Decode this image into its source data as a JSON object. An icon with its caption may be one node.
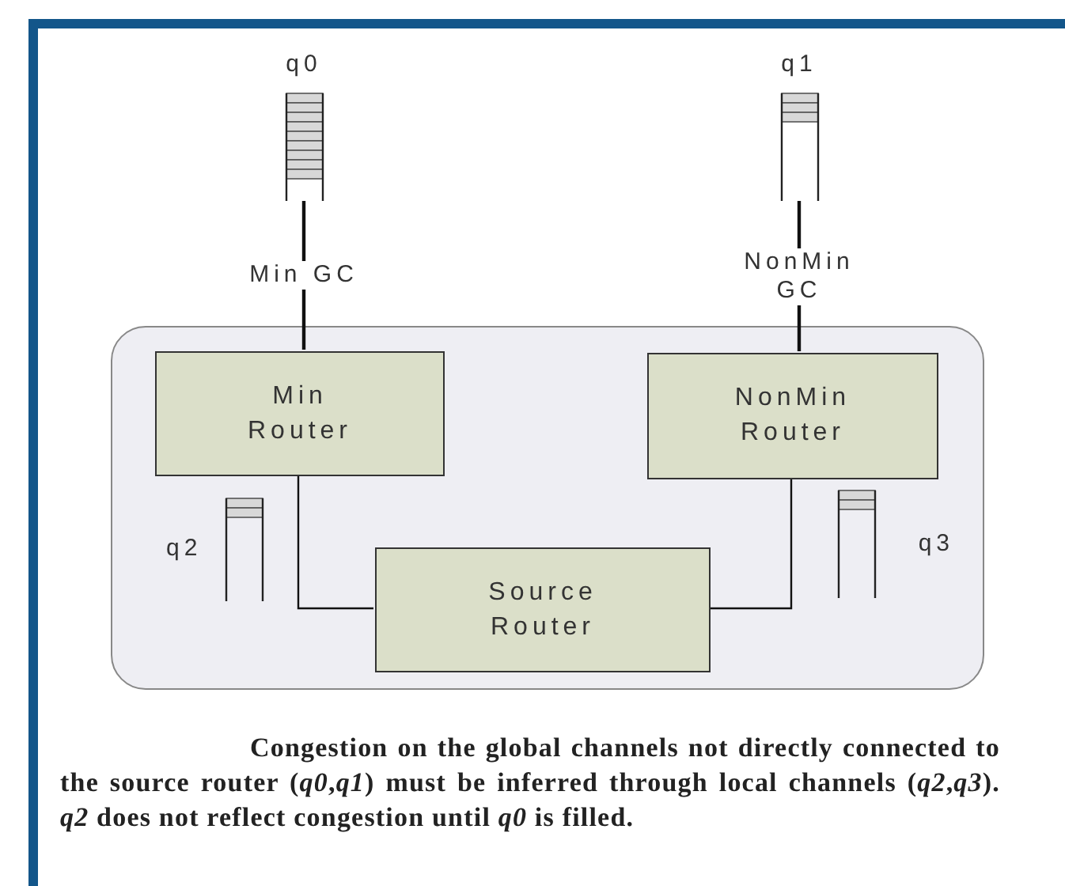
{
  "diagram": {
    "caption": "Congestion on the global channels not directly connected to the source router (*q0*,*q1*) must be inferred through local channels (*q2*,*q3*). *q2* does not reflect congestion until *q0* is filled.",
    "nodes": [
      {
        "text": [],
        "shape": "box"
      },
      {
        "text": [
          "Min Router"
        ],
        "in": 0
      },
      {
        "text": [
          "NonMin Router"
        ],
        "in": 0
      },
      {
        "text": [
          "Source Router"
        ],
        "in": 0
      },
      {
        "text": [
          "q0"
        ]
      },
      {
        "text": [
          "q1"
        ]
      },
      {
        "text": [
          "q2"
        ],
        "in": 0
      },
      {
        "text": [
          "q3"
        ],
        "in": 0
      }
    ],
    "edges": [
      {
        "from": 4,
        "to": 1,
        "arrow": "none",
        "label": "Min GC"
      },
      {
        "from": 5,
        "to": 2,
        "arrow": "none",
        "label": "NonMin GC"
      },
      {
        "from": 1,
        "to": 3,
        "arrow": "none"
      },
      {
        "from": 2,
        "to": 3,
        "arrow": "none"
      }
    ]
  }
}
